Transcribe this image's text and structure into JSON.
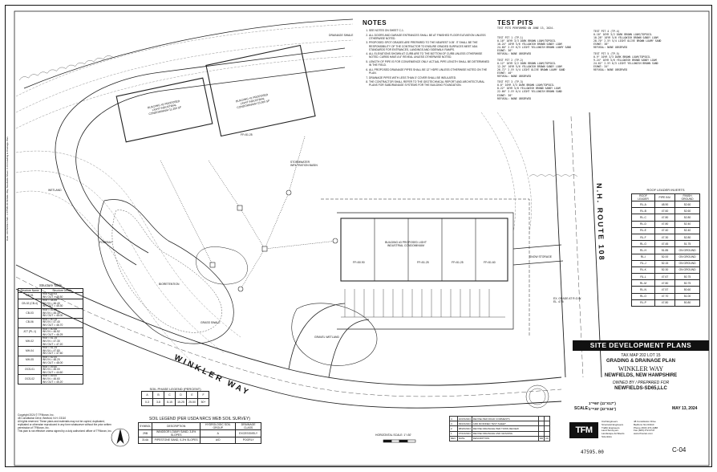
{
  "notes": {
    "heading": "NOTES",
    "items": [
      "SEE NOTES ON SHEET C-1.",
      "ALL DOORS AND GARAGE ENTRANCES SHALL BE AT FINISHED FLOOR ELEVATION UNLESS OTHERWISE NOTED.",
      "PROPOSED SPOT GRADES ARE PREPARED TO THE NEAREST 0.05'. IT SHALL BE THE RESPONSIBILITY OF THE CONTRACTOR TO ENSURE GRADED SURFACES MEET ADA STANDARDS FOR ENTRANCES, LANDINGS AND SIDEWALK RAMPS.",
      "ALL ELEVATIONS SHOWN AT CURB ARE TO THE BOTTOM OF CURB UNLESS OTHERWISE NOTED. CURBS HAVE A 6\" REVEAL UNLESS OTHERWISE NOTED.",
      "LENGTH OF PIPE IS FOR CONVENIENCE ONLY. ACTUAL PIPE LENGTH SHALL BE DETERMINED IN THE FIELD.",
      "ALL PROPOSED DRAINAGE PIPES SHALL BE 12\" HDPE UNLESS OTHERWISE NOTED ON THE PLAN.",
      "DRAINAGE PIPES WITH LESS THAN 3' COVER SHALL BE INSULATED.",
      "THE CONTRACTOR SHALL REFER TO THE GEOTECHNICAL REPORT AND ARCHITECTURAL PLANS FOR SUBDRAINAGE SYSTEMS FOR THE BUILDING FOUNDATION."
    ]
  },
  "test_pits": {
    "heading": "TEST PITS",
    "intro": "TEST PITS PERFORMED ON JUNE 13, 2024.",
    "pits": [
      {
        "name": "TEST PIT 1 (TP-1)",
        "lines": [
          "0-10\"  10YR 3/3 DARK BROWN LOAM/TOPSOIL",
          "10-24\" 10YR 5/6 YELLOWISH BROWN SANDY LOAM",
          "24-60\" 2.5Y 6/3 LIGHT YELLOWISH BROWN LOAMY SAND",
          "ESHWT: 36\"",
          "REFUSAL: NONE OBSERVED"
        ]
      },
      {
        "name": "TEST PIT 2 (TP-2)",
        "lines": [
          "0-12\"  10YR 3/2 DARK BROWN LOAM/TOPSOIL",
          "12-26\" 10YR 5/6 YELLOWISH BROWN SANDY LOAM",
          "26-72\" 2.5Y 5/4 LIGHT OLIVE BROWN LOAMY SAND",
          "ESHWT: 40\"",
          "REFUSAL: NONE OBSERVED"
        ]
      },
      {
        "name": "TEST PIT 3 (TP-3)",
        "lines": [
          "0-8\"   10YR 3/3 DARK BROWN LOAM/TOPSOIL",
          "8-22\"  10YR 5/8 YELLOWISH BROWN SANDY LOAM",
          "22-66\" 2.5Y 6/4 LIGHT YELLOWISH BROWN SAND",
          "ESHWT: 30\"",
          "REFUSAL: NONE OBSERVED"
        ]
      },
      {
        "name": "TEST PIT 4 (TP-4)",
        "lines": [
          "0-10\"  10YR 3/2 DARK BROWN LOAM/TOPSOIL",
          "10-28\" 10YR 5/6 YELLOWISH BROWN SANDY LOAM",
          "28-70\" 2.5Y 5/4 LIGHT OLIVE BROWN LOAMY SAND",
          "ESHWT: 38\"",
          "REFUSAL: NONE OBSERVED"
        ]
      },
      {
        "name": "TEST PIT 5 (TP-5)",
        "lines": [
          "0-9\"   10YR 3/3 DARK BROWN LOAM/TOPSOIL",
          "9-24\"  10YR 5/6 YELLOWISH BROWN SANDY LOAM",
          "24-62\" 2.5Y 6/3 LIGHT YELLOWISH BROWN SAND",
          "ESHWT: 34\"",
          "REFUSAL: NONE OBSERVED"
        ]
      }
    ]
  },
  "roof_leader_inverts": {
    "title": "ROOF LEADER INVERTS",
    "headers": [
      "ROOF LEADER",
      "PIPE INV.",
      "FINISH GROUND"
    ],
    "rows": [
      [
        "RL-A",
        "48.90",
        "52.60"
      ],
      [
        "RL-B",
        "47.60",
        "52.60"
      ],
      [
        "RL-C",
        "47.80",
        "52.80"
      ],
      [
        "RL-D",
        "47.80",
        "52.40"
      ],
      [
        "RL-E",
        "47.40",
        "52.40"
      ],
      [
        "RL-F",
        "47.30",
        "52.80"
      ],
      [
        "RL-G",
        "47.45",
        "51.75"
      ],
      [
        "RL-H",
        "51.85",
        "ON GROUND"
      ],
      [
        "RL-I",
        "52.00",
        "ON GROUND"
      ],
      [
        "RL-J",
        "52.15",
        "ON GROUND"
      ],
      [
        "RL-K",
        "52.30",
        "ON GROUND"
      ],
      [
        "RL-L",
        "47.67",
        "50.75"
      ],
      [
        "RL-M",
        "47.80",
        "50.75"
      ],
      [
        "RL-N",
        "47.57",
        "50.60"
      ],
      [
        "RL-O",
        "47.70",
        "51.00"
      ],
      [
        "RL-P",
        "47.80",
        "50.80"
      ]
    ]
  },
  "structure_table": {
    "title": "Structure Table",
    "headers": [
      "Structure Name",
      "Structure Details"
    ],
    "rows": [
      [
        "CB-01",
        "RIM = 49.93\nINV OUT = 45.50"
      ],
      [
        "CB-02 (CB-4)",
        "RIM = 48.55\nINV IN = 46.40\nINV OUT = 45.30"
      ],
      [
        "CB-03",
        "RIM = 49.80\nINV IN = 45.30\nINV OUT = 45.00"
      ],
      [
        "CB-06",
        "RIM = 50.15\nINV IN = 47.40\nINV OUT = 46.70"
      ],
      [
        "JCT (PL-1)",
        "RIM = 50.58\nINV IN = 46.52\nINV OUT = 46.25"
      ],
      [
        "MH-02",
        "RIM = 51.15\nINV IN = 47.30\nINV OUT = 47.20"
      ],
      [
        "MH-04",
        "RIM = 51.25\nINV IN = 47.80\nINV OUT = 47.60"
      ],
      [
        "MH-05",
        "RIM = 52.00\nINV IN = 48.20\nINV OUT = 48.00"
      ],
      [
        "OCS-01",
        "RIM = 49.50\nINV IN = 45.00\nINV OUT = 44.60"
      ],
      [
        "OCS-02",
        "RIM = 49.00\nINV IN = 45.60\nINV OUT = 45.20"
      ]
    ]
  },
  "soil_phase_legend": {
    "title": "SOIL PHASE LEGEND (PERCENT)",
    "headers": [
      "A",
      "B",
      "C",
      "D",
      "E",
      "F"
    ],
    "values": [
      "0-3",
      "3-8",
      "8-15",
      "15-25",
      "25-50",
      "50+"
    ]
  },
  "soil_legend": {
    "title": "SOIL LEGEND (PER USDA NRCS WEB SOIL SURVEY)",
    "headers": [
      "SYMBOL",
      "DESCRIPTION",
      "HYDROLOGIC SOIL GROUP",
      "DRAINAGE CLASS"
    ],
    "rows": [
      [
        "29B",
        "WINDSOR LOAMY SAND, 3-8% SLOPES",
        "A",
        "EXCESSIVELY"
      ],
      [
        "314A",
        "PIPESTONE SAND, 0-3% SLOPES",
        "A/D",
        "POORLY"
      ]
    ]
  },
  "plan_labels": {
    "road_winkler": "WINKLER WAY",
    "road_route": "N.H. ROUTE 108",
    "building_1": "BUILDING #1 PROPOSED LIGHT INDUSTRIAL CONDOMINIUM 15,000 SF",
    "building_2": "BUILDING #2 PROPOSED LIGHT INDUSTRIAL CONDOMINIUM 11,250 SF",
    "building_3": "BUILDING #3 PROPOSED LIGHT INDUSTRIAL CONDOMINIUM",
    "ff_1": "FF=51.25",
    "ff_2": "FF=50.90",
    "ff_3": "FF=51.25",
    "ff_4": "FF=51.25",
    "ff_5": "FF=51.60",
    "wetland": "WETLAND",
    "drainage_swale": "DRAINAGE SWALE",
    "bioretention": "BIORETENTION",
    "stormwater": "STORMWATER INFILTRATION BASIN",
    "forebay": "FOREBAY",
    "grass_swale": "GRASS SWALE",
    "gravel_wetland": "GRAVEL WETLAND",
    "snow_storage": "SNOW STORAGE",
    "exist_grade": "EX. GRADE AT R.O.W. EL. 47.5",
    "horizontal_scale": "HORIZONTAL SCALE: 1\"=30'"
  },
  "title_block": {
    "banner": "SITE DEVELOPMENT PLANS",
    "tax_map": "TAX MAP 202 LOT 15",
    "sheet_title": "GRADING & DRAINAGE PLAN",
    "street": "WINKLER WAY",
    "town": "NEWFIELDS, NEW HAMPSHIRE",
    "prepared_for": "OWNED BY / PREPARED FOR",
    "owner": "NEWFIELDS-SD65,LLC",
    "scale_1": "1\"=60' (11\"X17\")",
    "scale_2": "1\"=30' (22\"X34\")",
    "scale_label": "SCALE:",
    "date": "MAY 13, 2024",
    "firm_logo": "TFM",
    "firm_services": "Civil Engineers\nStructural Engineers\nTraffic Engineers\nLand Surveyors\nLandscape Architects\nScientists",
    "firm_address": "48 Constitution Drive\nBedford, NH 03110\nPhone (603) 472-4488\nFax (603) 472-9747\nwww.tfmoran.com",
    "project_no": "47595.00",
    "sheet_no": "C-04"
  },
  "revisions": [
    {
      "no": "4",
      "date": "10/15/2024",
      "desc": "REVISE PER ROAD COMMENTS"
    },
    {
      "no": "3",
      "date": "09/16/2024",
      "desc": "ADD MODIFIED TEST SHEET"
    },
    {
      "no": "2",
      "date": "08/20/2024",
      "desc": "REVISE DRAINAGE PER TOWN REVIEW"
    },
    {
      "no": "1",
      "date": "07/10/2024",
      "desc": "REVISE DRAINAGE AND GRADING"
    }
  ],
  "revision_headers": {
    "rev": "REV.",
    "date": "DATE",
    "desc": "DESCRIPTION",
    "dr": "DR",
    "ck": "CK"
  },
  "copyright": {
    "line1": "Copyright 2024 © TFMoran, Inc.",
    "line2": "48 Constitution Drive, Bedford, N.H. 03110",
    "line3": "All rights reserved. These plans and materials may not be copied, duplicated, replicated or otherwise reproduced in any form whatsoever without the prior written permission of TFMoran, Inc.",
    "line4": "This plan is not effective unless signed by a duly authorized officer of TFMoran, Inc."
  },
  "side_text": "Date: 10/15/2024  Path: J:\\47595.00 Winkler Way Newfields  Sheet: C-04 Grading & Drainage Plan"
}
